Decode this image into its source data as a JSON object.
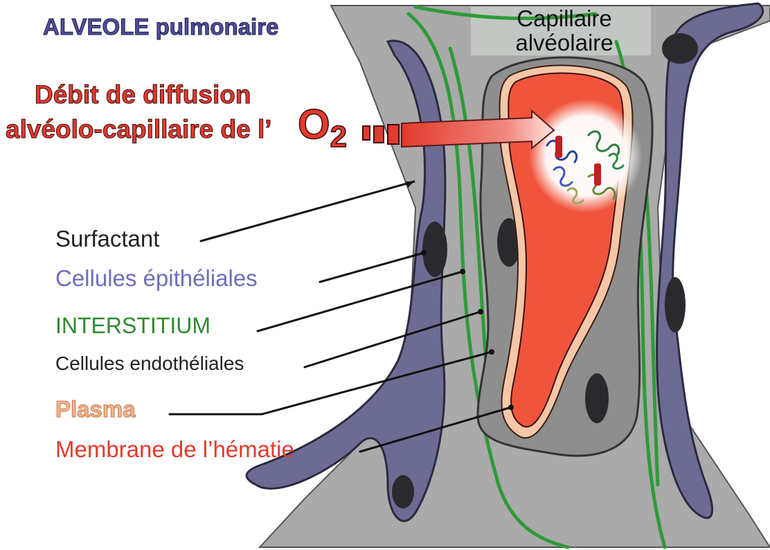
{
  "title": "ALVEOLE pulmonaire",
  "diffusion": {
    "line1": "Débit de diffusion",
    "line2": "alvéolo-capillaire de l’",
    "gas": "O",
    "gas_subscript": "2"
  },
  "capillary": {
    "line1": "Capillaire",
    "line2": "alvéolaire"
  },
  "labels": [
    {
      "text": "Surfactant",
      "color": "#222222"
    },
    {
      "text": "Cellules épithéliales",
      "color": "#6e6eb8"
    },
    {
      "text": "INTERSTITIUM",
      "color": "#2e8a2e"
    },
    {
      "text": "Cellules endothéliales",
      "color": "#222222"
    },
    {
      "text": "Plasma",
      "color": "#f2b48a"
    },
    {
      "text": "Membrane de l’hématie",
      "color": "#e23a2e"
    }
  ],
  "colors": {
    "title": "#4e4e9a",
    "diffusion": "#e33a2e",
    "tissue_gray": "#a9aaa9",
    "epithelial": "#6b6b93",
    "interstitium": "#2f9a3a",
    "red_cell": "#f0553c",
    "plasma": "#f6c7a6",
    "nucleus": "#2a2a2e"
  }
}
